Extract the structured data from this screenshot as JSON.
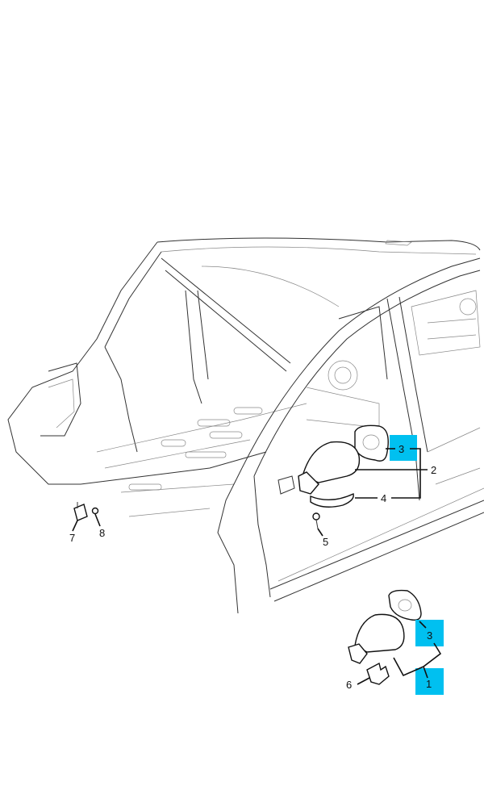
{
  "callouts": {
    "c1": "1",
    "c2": "2",
    "c3_upper": "3",
    "c3_lower": "3",
    "c4": "4",
    "c5": "5",
    "c6": "6",
    "c7": "7",
    "c8": "8"
  },
  "colors": {
    "highlight": "#00c0f0",
    "line": "#333333"
  }
}
